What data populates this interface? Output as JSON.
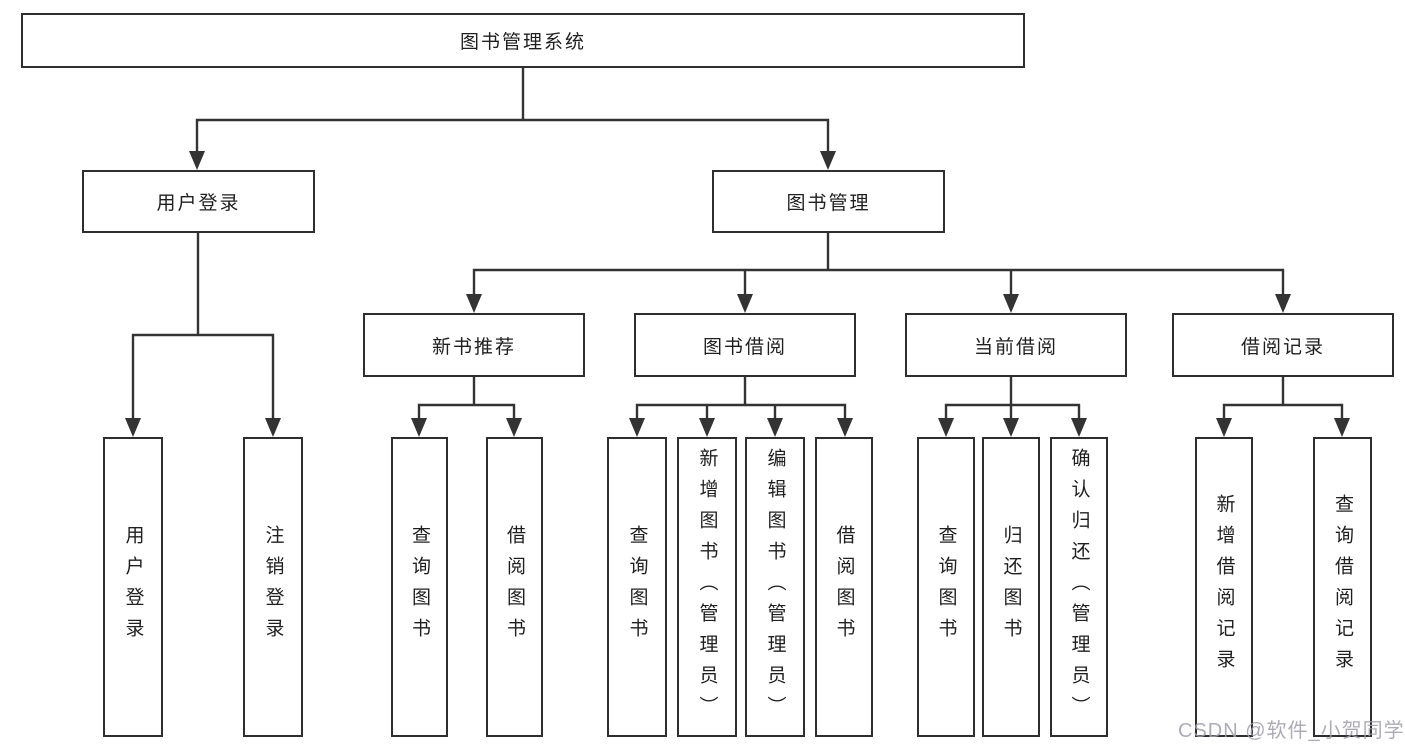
{
  "tree": {
    "root": "图书管理系统",
    "login": {
      "label": "用户登录",
      "children": [
        "用户登录",
        "注销登录"
      ]
    },
    "mgmt": {
      "label": "图书管理",
      "groups": [
        {
          "label": "新书推荐",
          "children": [
            "查询图书",
            "借阅图书"
          ]
        },
        {
          "label": "图书借阅",
          "children": [
            "查询图书",
            "新增图书（管理员）",
            "编辑图书（管理员）",
            "借阅图书"
          ]
        },
        {
          "label": "当前借阅",
          "children": [
            "查询图书",
            "归还图书",
            "确认归还（管理员）"
          ]
        },
        {
          "label": "借阅记录",
          "children": [
            "新增借阅记录",
            "查询借阅记录"
          ]
        }
      ]
    }
  },
  "watermark": "CSDN @软件_小贺同学",
  "colors": {
    "line": "#333333",
    "border": "#2e2e2e",
    "text": "#1f1f1f",
    "watermark": "#9e9eaa",
    "background": "#ffffff"
  }
}
